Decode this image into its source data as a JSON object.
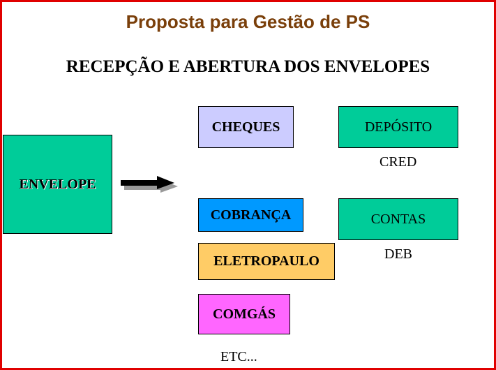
{
  "title": "Proposta para Gestão de PS",
  "subtitle": "RECEPÇÃO E ABERTURA DOS ENVELOPES",
  "source": {
    "label": "ENVELOPE",
    "color": "#00CC99"
  },
  "categories": [
    {
      "label": "CHEQUES",
      "color": "#CCCCFF"
    },
    {
      "label": "COBRANÇA",
      "color": "#0099FF"
    },
    {
      "label": "ELETROPAULO",
      "color": "#FFCC66"
    },
    {
      "label": "COMGÁS",
      "color": "#FF66FF"
    }
  ],
  "etc": "ETC...",
  "destinations": [
    {
      "label": "DEPÓSITO",
      "caption": "CRED",
      "color": "#00CC99"
    },
    {
      "label": "CONTAS",
      "caption": "DEB",
      "color": "#00CC99"
    }
  ]
}
